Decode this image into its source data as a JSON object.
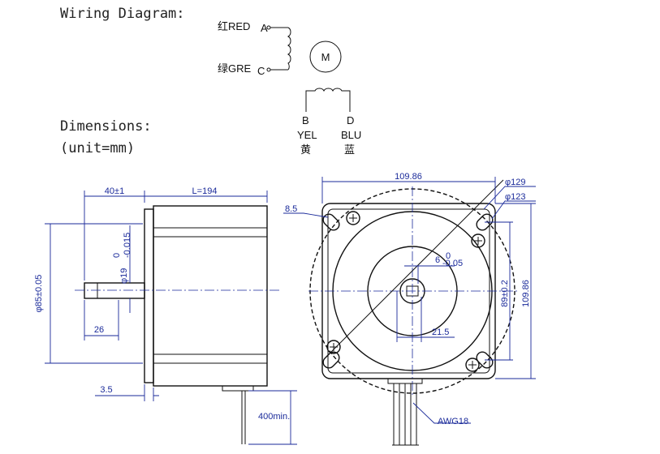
{
  "headings": {
    "wiring": "Wiring Diagram:",
    "dimensions": "Dimensions:",
    "unit": "(unit=mm)"
  },
  "wiring": {
    "red": "红RED",
    "a": "A",
    "green": "绿GRE",
    "c": "C",
    "motor": "M",
    "b": "B",
    "yel": "YEL",
    "yel_cn": "黄",
    "d": "D",
    "blu": "BLU",
    "blu_cn": "蓝"
  },
  "side_view": {
    "flange_length": "40±1",
    "body_length": "L=194",
    "pilot_dia": "φ85±0.05",
    "shaft_dia": "φ19",
    "shaft_tol_upper": "0",
    "shaft_tol_lower": "-0.015",
    "shaft_length": "26",
    "flange_thickness": "3.5",
    "lead_length": "400min."
  },
  "front_view": {
    "width": "109.86",
    "hole_pcd": "φ129",
    "flange_pcd": "φ123",
    "hole_size": "8.5",
    "key_width": "6",
    "key_tol_upper": "0",
    "key_tol_lower": "-0.05",
    "key_depth": "21.5",
    "hole_spacing": "89±0.2",
    "height": "109.86",
    "wire_gauge": "AWG18"
  },
  "colors": {
    "outline": "#111111",
    "dimension": "#1a2a9a"
  }
}
